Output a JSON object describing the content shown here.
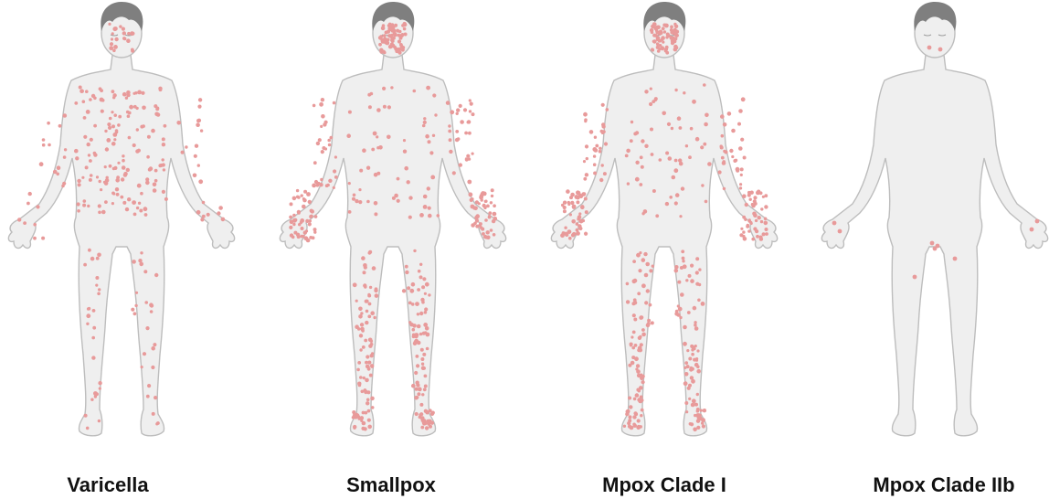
{
  "figure": {
    "panels": [
      {
        "label": "Varicella",
        "distribution": "centripetal"
      },
      {
        "label": "Smallpox",
        "distribution": "centrifugal"
      },
      {
        "label": "Mpox Clade I",
        "distribution": "centrifugal"
      },
      {
        "label": "Mpox Clade IIb",
        "distribution": "localized"
      }
    ],
    "colors": {
      "skin_fill": "#efefef",
      "skin_outline": "#bdbdbd",
      "hair": "#7f7f7f",
      "lesion": "#e89a9a",
      "label": "#111111"
    }
  }
}
